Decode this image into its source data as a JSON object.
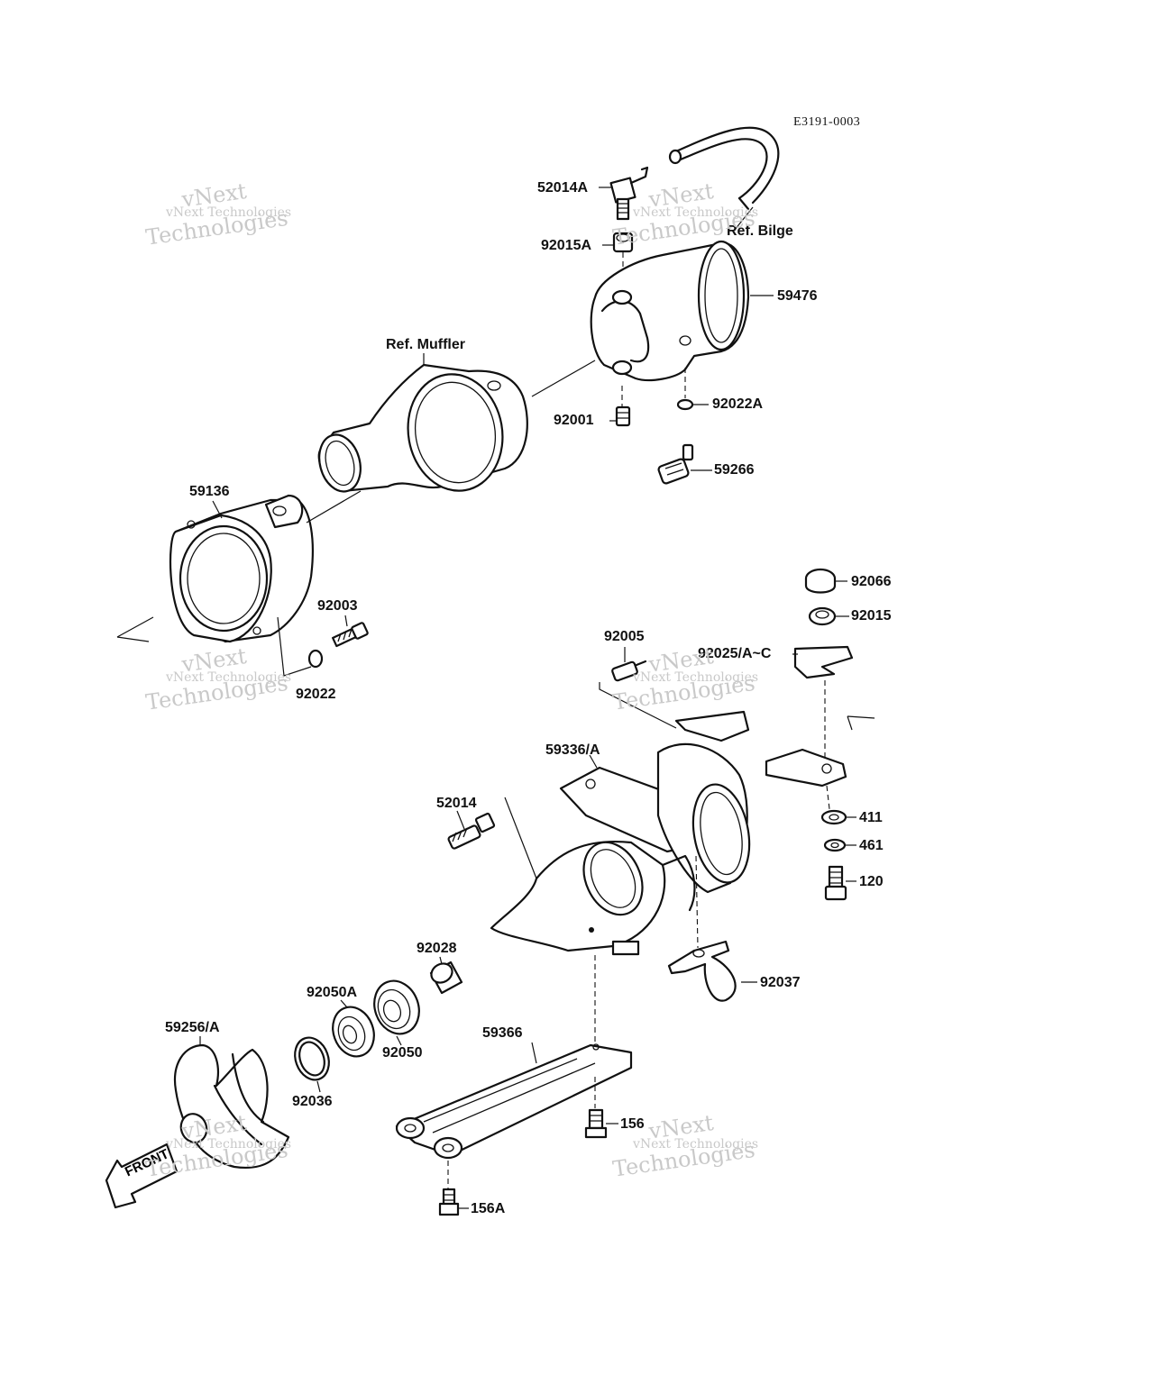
{
  "drawing_code": "E3191-0003",
  "labels": {
    "l52014A": "52014A",
    "l92015A": "92015A",
    "lbilge": "Ref. Bilge",
    "l59476": "59476",
    "lmuffler": "Ref. Muffler",
    "l92001": "92001",
    "l92022A": "92022A",
    "l59266": "59266",
    "l59136": "59136",
    "l92003": "92003",
    "l92022": "92022",
    "l92066": "92066",
    "l92015": "92015",
    "l92005": "92005",
    "l92025": "92025/A~C",
    "l59336": "59336/A",
    "l52014": "52014",
    "l411": "411",
    "l461": "461",
    "l120": "120",
    "l92028": "92028",
    "l92050A": "92050A",
    "l92050": "92050",
    "l92037": "92037",
    "l59256": "59256/A",
    "l59366": "59366",
    "l92036": "92036",
    "l156": "156",
    "l156A": "156A"
  },
  "front_arrow": "FRONT",
  "watermark": {
    "small": "vNext Technologies",
    "big_top": "vNext",
    "big_bottom": "Technologies"
  }
}
